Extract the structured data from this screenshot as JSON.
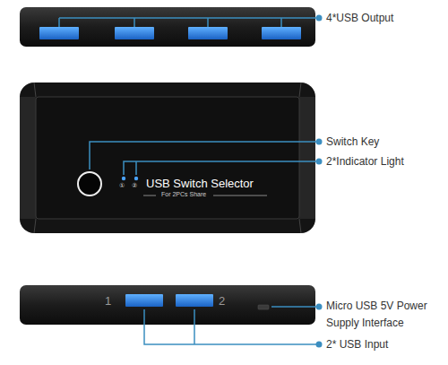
{
  "diagram": {
    "nodes": [
      {
        "text": [
          "①",
          "②",
          "USB Switch Selector",
          "For 2PCs Share"
        ]
      },
      {
        "text": [
          "1",
          "2"
        ]
      }
    ],
    "labels": [
      "4*USB Output",
      "Switch Key",
      "2*Indicator Light",
      "Micro USB 5V Power Supply Interface",
      "2* USB Input"
    ]
  }
}
